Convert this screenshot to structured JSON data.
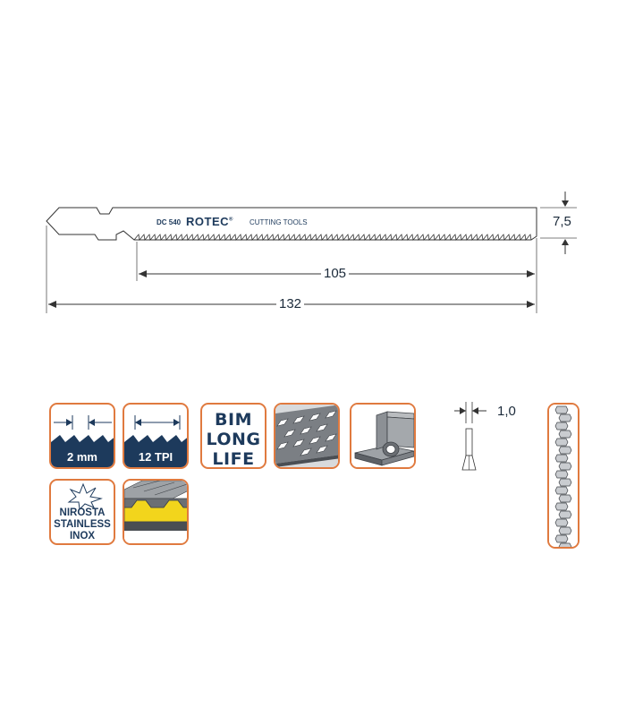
{
  "blade": {
    "model": "DC 540",
    "brand": "ROTEC",
    "brand_mark": "®",
    "tagline": "CUTTING TOOLS"
  },
  "dimensions": {
    "height": "7,5",
    "cutting_length": "105",
    "total_length": "132",
    "thickness": "1,0"
  },
  "icons": {
    "tooth_pitch": "2 mm",
    "teeth_per_inch": "12 TPI",
    "bim_line1": "BIM",
    "bim_line2": "LONG",
    "bim_line3": "LIFE",
    "material_line1": "NIROSTA",
    "material_line2": "STAINLESS",
    "material_line3": "INOX"
  },
  "colors": {
    "navy": "#1d3a5c",
    "orange_border": "#e07a3f",
    "yellow": "#f2d51c",
    "line": "#333333"
  }
}
